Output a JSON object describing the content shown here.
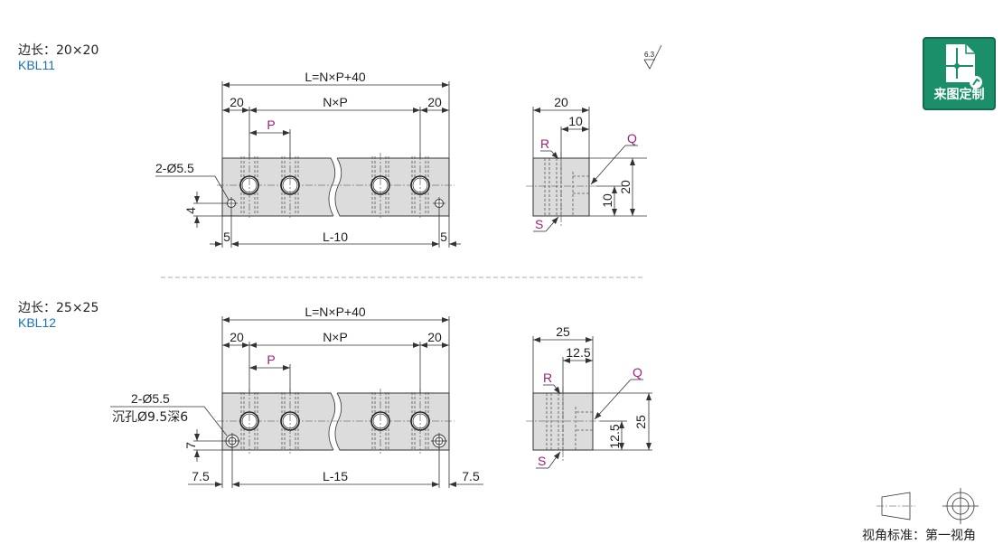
{
  "surface_symbol": "6.3",
  "badge": {
    "label": "来图定制",
    "color": "#1b8f6a"
  },
  "views": [
    {
      "side_label": "边长：20×20",
      "part_no": "KBL11",
      "dim_total": "L=N×P+40",
      "dim_left": "20",
      "dim_mid": "N×P",
      "dim_right": "20",
      "dim_pitch": "P",
      "hole_note": "2-Ø5.5",
      "hole_note2": "",
      "dim_hole_height": "4",
      "dim_end_left": "5",
      "dim_span": "L-10",
      "dim_end_right": "5",
      "side_width": "20",
      "side_half": "10",
      "side_height": "20",
      "side_half_height": "10",
      "port_r": "R",
      "port_q": "Q",
      "port_s": "S"
    },
    {
      "side_label": "边长：25×25",
      "part_no": "KBL12",
      "dim_total": "L=N×P+40",
      "dim_left": "20",
      "dim_mid": "N×P",
      "dim_right": "20",
      "dim_pitch": "P",
      "hole_note": "2-Ø5.5",
      "hole_note2": "沉孔Ø9.5深6",
      "dim_hole_height": "7",
      "dim_end_left": "7.5",
      "dim_span": "L-15",
      "dim_end_right": "7.5",
      "side_width": "25",
      "side_half": "12.5",
      "side_height": "25",
      "side_half_height": "12.5",
      "port_r": "R",
      "port_q": "Q",
      "port_s": "S"
    }
  ],
  "projection": {
    "label": "视角标准：第一视角"
  }
}
